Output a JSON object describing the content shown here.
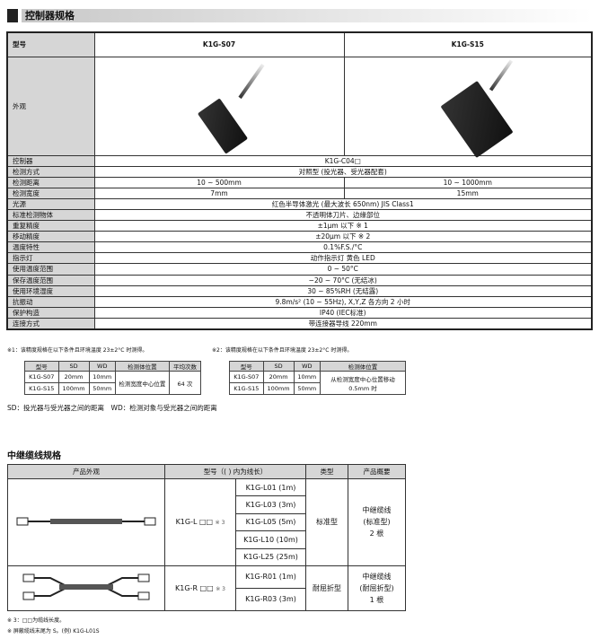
{
  "section1": {
    "title": "控制器规格"
  },
  "main": {
    "header": {
      "label": "型号",
      "col1": "K1G-S07",
      "col2": "K1G-S15"
    },
    "appearance_label": "外观",
    "rows": [
      {
        "label": "控制器",
        "value": "K1G-C04□"
      },
      {
        "label": "检测方式",
        "value": "对照型 (投光器、受光器配套)"
      },
      {
        "label": "检测距离",
        "col1": "10 ~ 500mm",
        "col2": "10 ~ 1000mm"
      },
      {
        "label": "检测宽度",
        "col1": "7mm",
        "col2": "15mm"
      },
      {
        "label": "光源",
        "value": "红色半导体激光 (最大波长 650nm) JIS Class1"
      },
      {
        "label": "标准检测物体",
        "value": "不透明体刀片、边缘部位"
      },
      {
        "label": "重复精度",
        "value": "±1μm 以下 ※ 1"
      },
      {
        "label": "移动精度",
        "value": "±20μm 以下 ※ 2"
      },
      {
        "label": "温度特性",
        "value": "0.1%F.S./°C"
      },
      {
        "label": "指示灯",
        "value": "动作指示灯 黄色 LED"
      },
      {
        "label": "使用温度范围",
        "value": "0 ~ 50°C"
      },
      {
        "label": "保存温度范围",
        "value": "−20 ~ 70°C (无结冰)"
      },
      {
        "label": "使用环境湿度",
        "value": "30 ~ 85%RH (无结露)"
      },
      {
        "label": "抗振动",
        "value": "9.8m/s² (10 ~ 55Hz), X,Y,Z 各方向 2 小时"
      },
      {
        "label": "保护构造",
        "value": "IP40 (IEC标准)"
      },
      {
        "label": "连接方式",
        "value": "带连接器导线 220mm"
      }
    ]
  },
  "note1": {
    "text": "※1：该精度规格在以下条件且环境温度 23±2°C 时测得。",
    "headers": [
      "型号",
      "SD",
      "WD",
      "检测体位置",
      "平均次数"
    ],
    "rows": [
      [
        "K1G-S07",
        "20mm",
        "10mm"
      ],
      [
        "K1G-S15",
        "100mm",
        "50mm"
      ]
    ],
    "position": "检测宽度中心位置",
    "average": "64 次"
  },
  "note2": {
    "text": "※2：该精度规格在以下条件且环境温度 23±2°C 时测得。",
    "headers": [
      "型号",
      "SD",
      "WD",
      "检测体位置"
    ],
    "rows": [
      [
        "K1G-S07",
        "20mm",
        "10mm"
      ],
      [
        "K1G-S15",
        "100mm",
        "50mm"
      ]
    ],
    "position": "从检测宽度中心位置移动 0.5mm 时"
  },
  "sd_wd": "SD：投光器与受光器之间的距离　WD：检测对象与受光器之间的距离",
  "section2": {
    "title": "中继缆线规格"
  },
  "cable": {
    "headers": [
      "产品外观",
      "型号（( ) 内为线长）",
      "类型",
      "产品概要"
    ],
    "groups": [
      {
        "base": "K1G-L □□",
        "mark": "※ 3",
        "models": [
          "K1G-L01 (1m)",
          "K1G-L03 (3m)",
          "K1G-L05 (5m)",
          "K1G-L10 (10m)",
          "K1G-L25 (25m)"
        ],
        "type": "标准型",
        "summary": [
          "中继缆线",
          "(标准型)",
          "2 根"
        ]
      },
      {
        "base": "K1G-R □□",
        "mark": "※ 3",
        "models": [
          "K1G-R01 (1m)",
          "K1G-R03 (3m)"
        ],
        "type": "耐屈折型",
        "summary": [
          "中继缆线",
          "(耐屈折型)",
          "1 根"
        ]
      }
    ]
  },
  "footnotes": [
    "※ 3：□□为缆线长度。",
    "※ 屏蔽缆线末尾为 S。(例) K1G-L01S"
  ]
}
